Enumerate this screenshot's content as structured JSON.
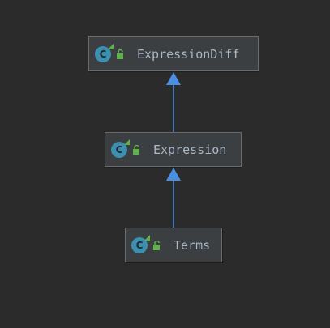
{
  "diagram": {
    "nodes": [
      {
        "id": "expressiondiff",
        "label": "ExpressionDiff",
        "icon": "class-icon"
      },
      {
        "id": "expression",
        "label": "Expression",
        "icon": "class-icon"
      },
      {
        "id": "terms",
        "label": "Terms",
        "icon": "class-icon"
      }
    ],
    "edges": [
      {
        "from": "expression",
        "to": "expressiondiff",
        "type": "extends"
      },
      {
        "from": "terms",
        "to": "expression",
        "type": "extends"
      }
    ],
    "class_icon_letter": "C",
    "colors": {
      "background": "#2b2b2b",
      "node_fill": "#3c3f41",
      "node_border": "#6b6b6b",
      "label": "#a9b7c6",
      "class_icon": "#3d8fb0",
      "lock_icon": "#5fb14b",
      "arrow": "#4a8fe0"
    }
  }
}
